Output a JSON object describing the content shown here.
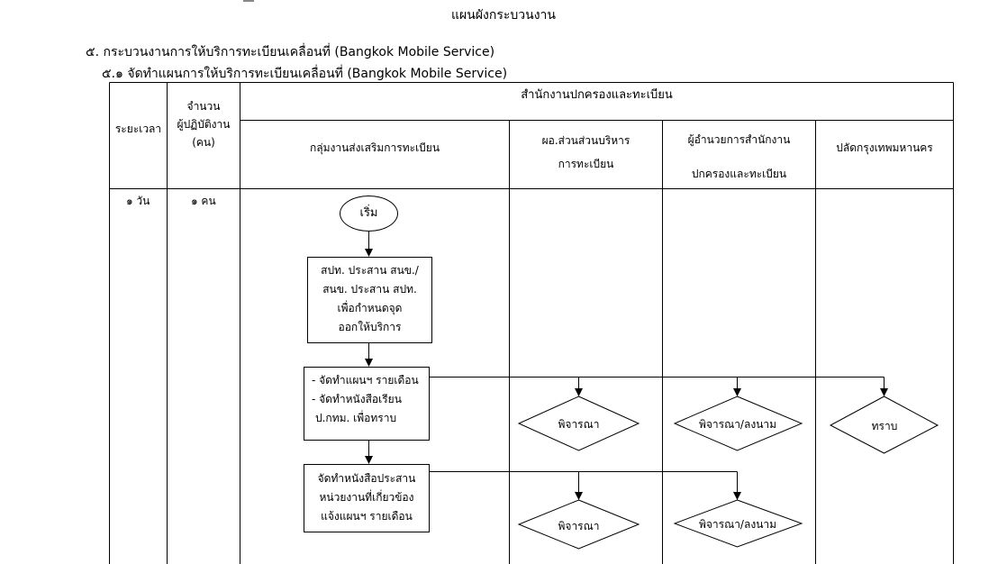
{
  "document": {
    "title": "แผนผังกระบวนงาน",
    "heading_1": "๕. กระบวนงานการให้บริการทะเบียนเคลื่อนที่ (Bangkok Mobile Service)",
    "heading_2": "๕.๑ จัดทำแผนการให้บริการทะเบียนเคลื่อนที่ (Bangkok Mobile Service)"
  },
  "table": {
    "col_time": "ระยะเวลา",
    "col_staff": [
      "จำนวน",
      "ผู้ปฏิบัติงาน",
      "(คน)"
    ],
    "group_header": "สำนักงานปกครองและทะเบียน",
    "lane_registration": "กลุ่มงานส่งเสริมการทะเบียน",
    "lane_director_admin": [
      "ผอ.ส่วนส่วนบริหาร",
      "การทะเบียน"
    ],
    "lane_office_director": [
      "ผู้อำนวยการสำนักงาน",
      "ปกครองและทะเบียน"
    ],
    "lane_permanent_secretary": "ปลัดกรุงเทพมหานคร",
    "row_time": "๑ วัน",
    "row_staff": "๑ คน"
  },
  "flow": {
    "start": "เริ่ม",
    "step1": [
      "สปท. ประสาน สนข./",
      "สนข. ประสาน สปท.",
      "เพื่อกำหนดจุด",
      "ออกให้บริการ"
    ],
    "step2": [
      "- จัดทำแผนฯ รายเดือน",
      "- จัดทำหนังสือเรียน",
      "ป.กทม. เพื่อทราบ"
    ],
    "step3": [
      "จัดทำหนังสือประสาน",
      "หน่วยงานที่เกี่ยวข้อง",
      "แจ้งแผนฯ รายเดือน"
    ],
    "decision_consider": "พิจารณา",
    "decision_sign": "พิจารณา/ลงนาม",
    "decision_acknowledge": "ทราบ"
  }
}
